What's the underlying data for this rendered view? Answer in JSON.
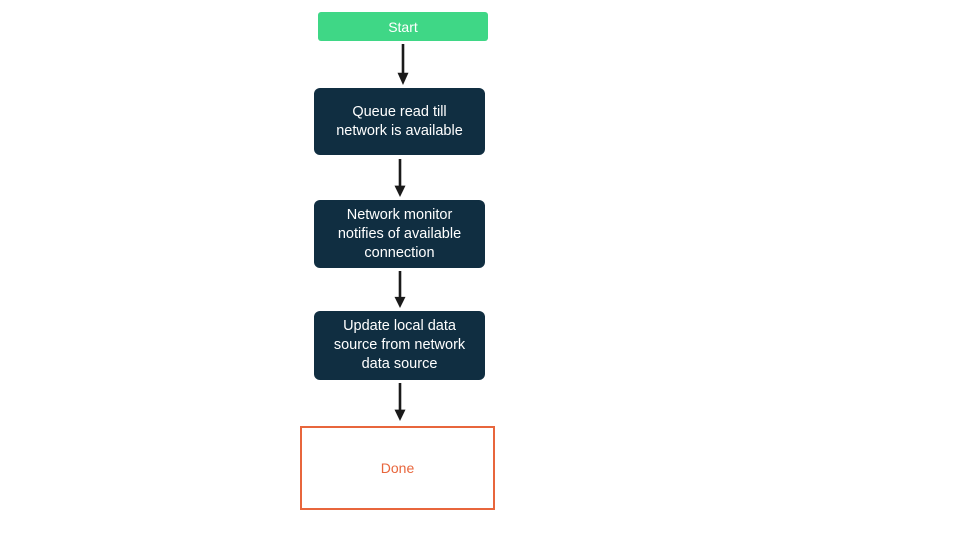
{
  "flowchart": {
    "nodes": [
      {
        "id": "start",
        "type": "start",
        "label": "Start"
      },
      {
        "id": "queue",
        "type": "process",
        "label": "Queue read till network is available"
      },
      {
        "id": "monitor",
        "type": "process",
        "label": "Network monitor notifies of available connection"
      },
      {
        "id": "update",
        "type": "process",
        "label": "Update local data source from network data source"
      },
      {
        "id": "done",
        "type": "end",
        "label": "Done"
      }
    ],
    "edges": [
      {
        "from": "start",
        "to": "queue"
      },
      {
        "from": "queue",
        "to": "monitor"
      },
      {
        "from": "monitor",
        "to": "update"
      },
      {
        "from": "update",
        "to": "done"
      }
    ],
    "colors": {
      "start_bg": "#3fd786",
      "start_text": "#ffffff",
      "process_bg": "#102e41",
      "process_text": "#ffffff",
      "end_border": "#e8663c",
      "end_text": "#e8663c",
      "arrow": "#1a1a1a",
      "background": "#ffffff"
    }
  }
}
